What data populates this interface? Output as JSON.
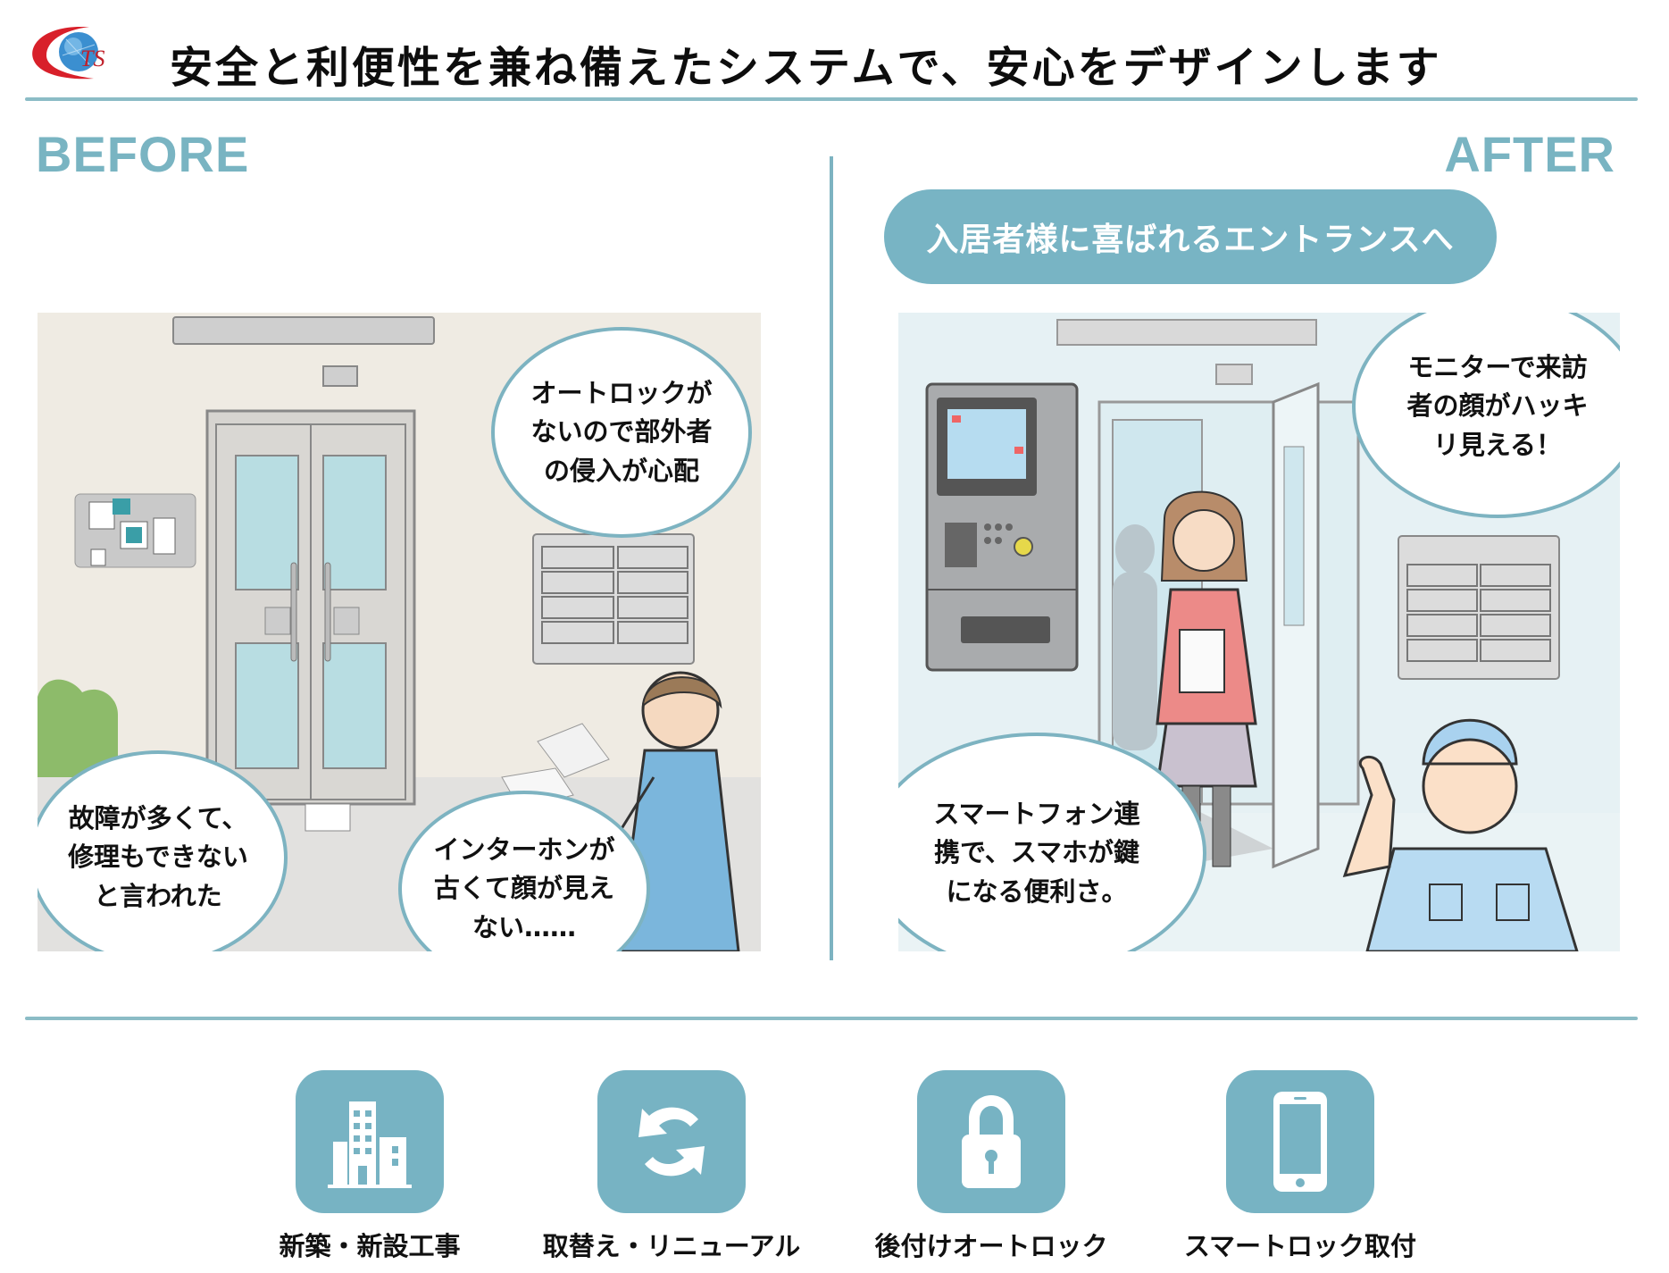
{
  "header": {
    "logo_text": "TS",
    "title": "安全と利便性を兼ね備えたシステムで、安心をデザインします"
  },
  "before": {
    "label": "BEFORE",
    "bubbles": [
      {
        "lines": [
          "オートロックが",
          "ないので部外者",
          "の侵入が心配"
        ]
      },
      {
        "lines": [
          "故障が多くて、",
          "修理もできない",
          "と言われた"
        ]
      },
      {
        "lines": [
          "インターホンが",
          "古くて顔が見え",
          "ない……"
        ]
      }
    ]
  },
  "after": {
    "label": "AFTER",
    "headline": "入居者様に喜ばれるエントランスへ",
    "bubbles": [
      {
        "lines": [
          "モニターで来訪",
          "者の顔がハッキ",
          "リ見える！"
        ]
      },
      {
        "lines": [
          "スマートフォン連",
          "携で、スマホが鍵",
          "になる便利さ。"
        ]
      }
    ]
  },
  "services": [
    {
      "icon": "building-icon",
      "label": "新築・新設工事"
    },
    {
      "icon": "refresh-icon",
      "label": "取替え・リニューアル"
    },
    {
      "icon": "padlock-icon",
      "label": "後付けオートロック"
    },
    {
      "icon": "smartphone-icon",
      "label": "スマートロック取付"
    }
  ],
  "colors": {
    "accent": "#78b4c4",
    "rule": "#8bbcc6",
    "logo_red": "#d8202a",
    "logo_blue": "#3b8fd0"
  }
}
